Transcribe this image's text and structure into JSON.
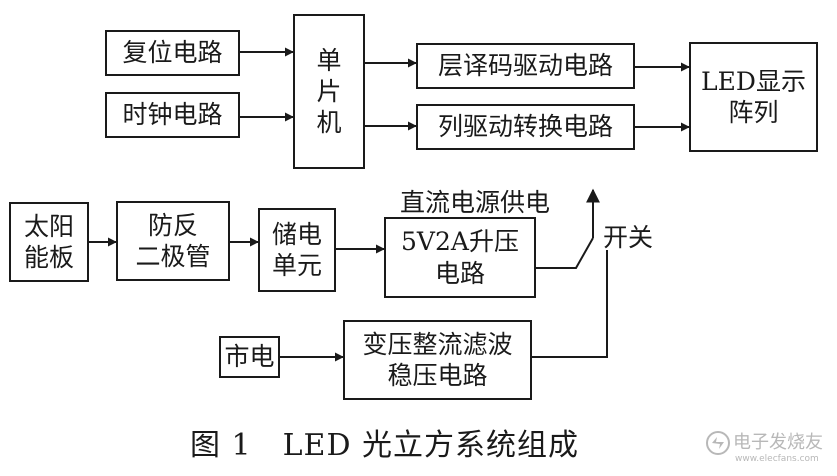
{
  "blocks": {
    "reset": "复位电路",
    "clock": "时钟电路",
    "mcu": "单\n片\n机",
    "layer_driver": "层译码驱动电路",
    "column_driver": "列驱动转换电路",
    "led_array": "LED显示\n阵列",
    "solar": "太阳\n能板",
    "diode": "防反\n二极管",
    "storage": "储电\n单元",
    "boost": "5V2A升压\n电路",
    "mains": "市电",
    "rectifier": "变压整流滤波\n稳压电路"
  },
  "labels": {
    "dc_supply": "直流电源供电",
    "switch": "开关"
  },
  "caption": "图 1　LED 光立方系统组成",
  "watermark": {
    "logo": "电子发烧友",
    "url": "www.elecfans.com"
  },
  "colors": {
    "line": "#1a1a1a",
    "watermark": "#b8b8b8"
  }
}
